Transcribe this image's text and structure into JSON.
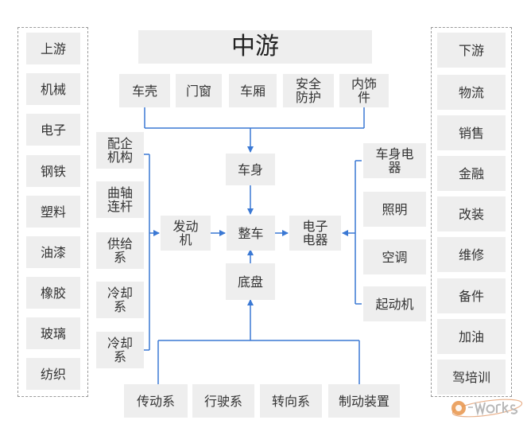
{
  "colors": {
    "line": "#3a78d4",
    "box": "#eeeeee",
    "dashed_border": "#9a9a9a",
    "text": "#333333"
  },
  "upstream": {
    "items": [
      "上游",
      "机械",
      "电子",
      "钢铁",
      "塑料",
      "油漆",
      "橡胶",
      "玻璃",
      "纺织"
    ]
  },
  "downstream": {
    "items": [
      "下游",
      "物流",
      "销售",
      "金融",
      "改装",
      "维修",
      "备件",
      "加油",
      "驾培训"
    ]
  },
  "midstream": {
    "title": "中游",
    "top_parts": [
      "车壳",
      "门窗",
      "车厢",
      "安全\n防护",
      "内饰\n件"
    ],
    "left_parts": [
      "配企\n机构",
      "曲轴\n连杆",
      "供给\n系",
      "冷却\n系",
      "冷却\n系"
    ],
    "right_parts": [
      "车身电\n器",
      "照明",
      "空调",
      "起动机"
    ],
    "bottom_parts": [
      "传动系",
      "行驶系",
      "转向系",
      "制动装置"
    ],
    "body": "车身",
    "engine": "发动\n机",
    "vehicle": "整车",
    "electrical": "电子\n电器",
    "chassis": "底盘"
  },
  "watermark": {
    "text": "e-works",
    "icon": "e-works-logo-icon"
  }
}
